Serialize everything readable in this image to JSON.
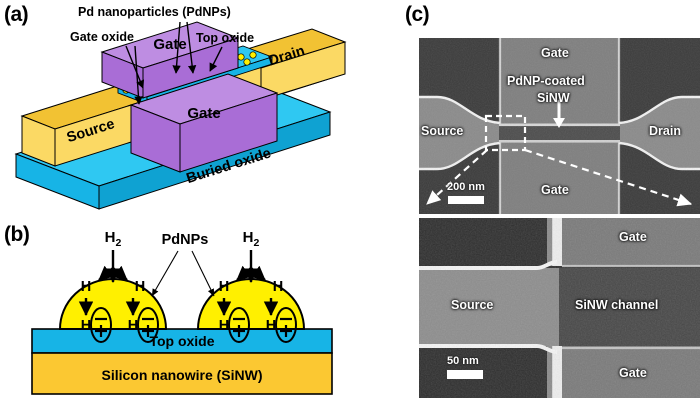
{
  "figure": {
    "panels": [
      "a",
      "b",
      "c"
    ]
  },
  "panel_a": {
    "label": "(a)",
    "callouts": {
      "pd_nanoparticles": "Pd nanoparticles (PdNPs)",
      "gate_oxide": "Gate oxide",
      "top_oxide": "Top oxide"
    },
    "blocks": {
      "gate_back": "Gate",
      "gate_front": "Gate",
      "source": "Source",
      "drain": "Drain",
      "buried_oxide": "Buried oxide"
    },
    "colors": {
      "buried_oxide_top": "#2FC8F2",
      "buried_oxide_front": "#17B4E6",
      "buried_oxide_side": "#0FA2D2",
      "gate_top": "#BE8DE2",
      "gate_front": "#A96DD6",
      "gate_side": "#8E55BE",
      "electrode_top": "#F2C233",
      "electrode_front": "#FBD964",
      "electrode_side": "#D9A81E",
      "nanoparticle": "#FFF000",
      "outline": "#000000"
    }
  },
  "panel_b": {
    "label": "(b)",
    "callouts": {
      "h2_left": "H",
      "h2_left_sub": "2",
      "h2_right": "H",
      "h2_right_sub": "2",
      "pdnps": "PdNPs"
    },
    "atoms": {
      "h_surface": "H",
      "h_interface": "H",
      "charge_negative": "−",
      "charge_positive": "+"
    },
    "layers": {
      "top_oxide": "Top oxide",
      "silicon_nanowire": "Silicon nanowire (SiNW)"
    },
    "colors": {
      "pdnp": "#FFF000",
      "top_oxide": "#17B4E6",
      "sinw": "#FBC832",
      "outline": "#000000"
    }
  },
  "panel_c": {
    "label": "(c)",
    "sem_top": {
      "labels": {
        "gate_upper": "Gate",
        "gate_lower": "Gate",
        "pdnp_coated": "PdNP-coated",
        "sinw": "SiNW",
        "source": "Source",
        "drain": "Drain"
      },
      "scalebar": "200 nm"
    },
    "sem_bottom": {
      "labels": {
        "gate_upper": "Gate",
        "gate_lower": "Gate",
        "source": "Source",
        "channel": "SiNW channel"
      },
      "scalebar": "50 nm"
    }
  }
}
